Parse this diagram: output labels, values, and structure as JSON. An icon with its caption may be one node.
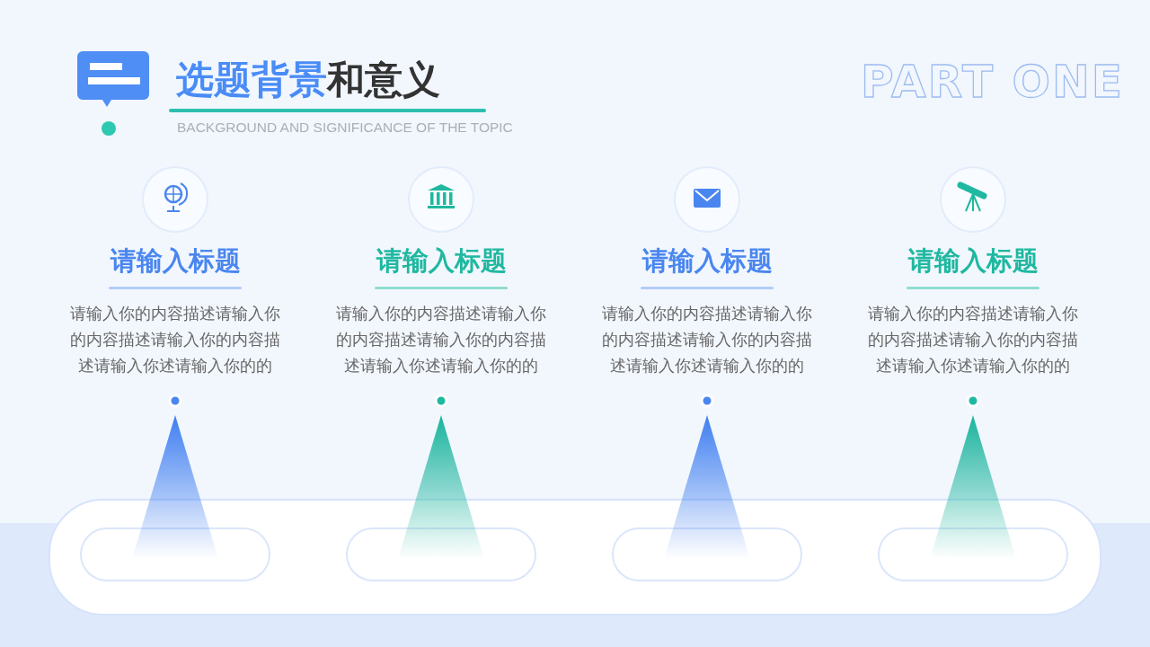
{
  "diagram": {
    "title": "选题背景和意义",
    "labels": [
      "BACKGROUND AND SIGNIFICANCE OF THE TOPIC",
      "PART ONE",
      "请输入标题",
      "请输入你的内容描述请输入你的内容描述请输入你的内容描述请输入你述请输入你的的",
      "请输入标题",
      "请输入你的内容描述请输入你的内容描述请输入你的内容描述请输入你述请输入你的的",
      "请输入标题",
      "请输入你的内容描述请输入你的内容描述请输入你的内容描述请输入你述请输入你的的",
      "请输入标题",
      "请输入你的内容描述请输入你的内容描述请输入你的内容描述请输入你述请输入你的的"
    ]
  }
}
